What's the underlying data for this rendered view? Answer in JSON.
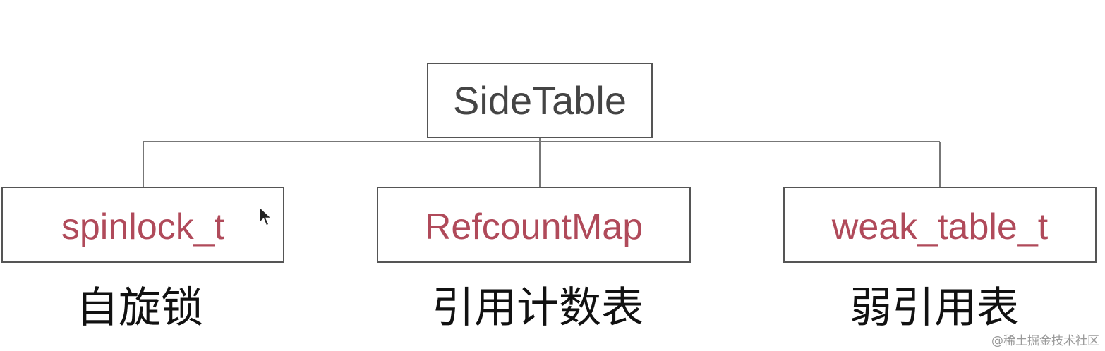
{
  "diagram": {
    "root": {
      "label": "SideTable"
    },
    "children": [
      {
        "label": "spinlock_t",
        "caption": "自旋锁"
      },
      {
        "label": "RefcountMap",
        "caption": "引用计数表"
      },
      {
        "label": "weak_table_t",
        "caption": "弱引用表"
      }
    ]
  },
  "colors": {
    "child_label": "#b04a5a",
    "root_label": "#444444",
    "border": "#555555",
    "connector": "#777777"
  },
  "watermark": "@稀土掘金技术社区"
}
